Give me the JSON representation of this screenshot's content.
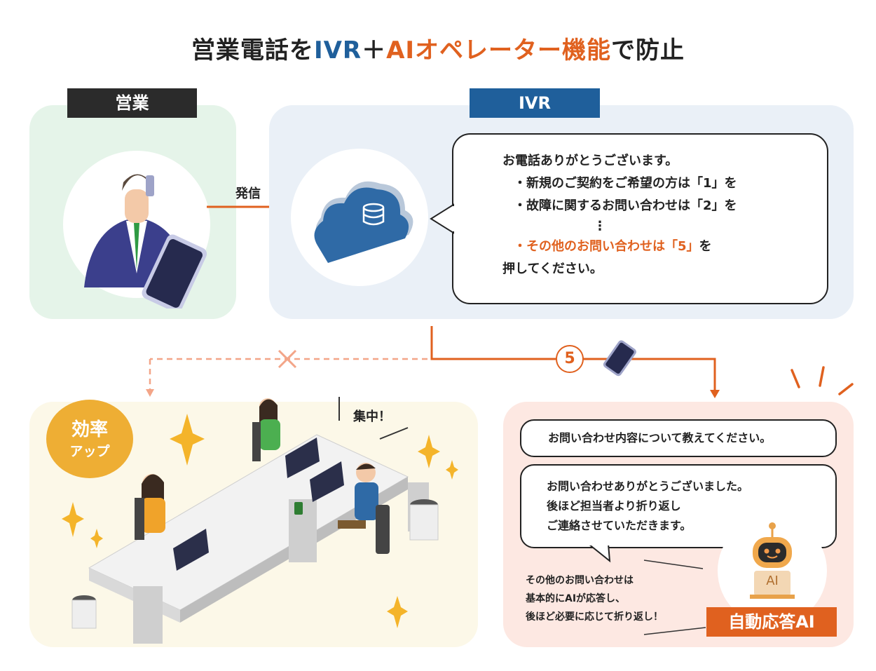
{
  "title": {
    "part1": "営業電話を",
    "part2": "IVR",
    "part3": "＋",
    "part4": "AIオペレーター機能",
    "part5": "で防止"
  },
  "sales": {
    "tag": "営業"
  },
  "ivr": {
    "tag": "IVR"
  },
  "arrow_label": "発信",
  "ivr_message": {
    "line1": "お電話ありがとうございます。",
    "line2": "・新規のご契約をご希望の方は「1」を",
    "line3": "・故障に関するお問い合わせは「2」を",
    "dots": "⋮",
    "line4": "・その他のお問い合わせは「5」",
    "line4_suffix": "を",
    "line5": "押してください。"
  },
  "route_number": "5",
  "office": {
    "badge_line1": "効率",
    "badge_line2": "アップ",
    "speech": "集中！"
  },
  "ai": {
    "chat1": "お問い合わせ内容について教えてください。",
    "chat2_line1": "お問い合わせありがとうございました。",
    "chat2_line2": "後ほど担当者より折り返し",
    "chat2_line3": "ご連絡させていただきます。",
    "note_line1": "その他のお問い合わせは",
    "note_line2": "基本的にAIが応答し、",
    "note_line3": "後ほど必要に応じて折り返し！",
    "label": "自動応答AI",
    "robot_screen": "AI"
  },
  "colors": {
    "blue": "#1f5f9b",
    "orange": "#e0611f",
    "green_bg": "#e5f4e9",
    "ivr_bg": "#eaf0f7",
    "office_bg": "#fcf8e8",
    "ai_bg": "#fde8e2",
    "dark_tag": "#2b2b2b"
  }
}
